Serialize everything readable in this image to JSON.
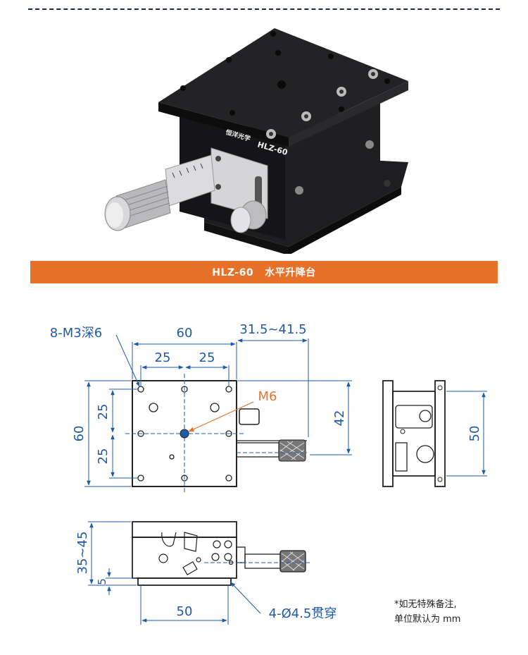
{
  "banner": {
    "title": "HLZ-60   水平升降台"
  },
  "photo": {
    "brand_label": "恒洋光学",
    "model_label": "HLZ-60"
  },
  "dimensions": {
    "holes_label": "8-M3深6",
    "width_60": "60",
    "travel": "31.5~41.5",
    "spacing_25_a": "25",
    "spacing_25_b": "25",
    "center_hole": "M6",
    "height_25_a": "25",
    "height_25_b": "25",
    "height_60": "60",
    "height_42": "42",
    "side_50": "50",
    "height_range": "35~45",
    "base_5": "5",
    "base_50": "50",
    "through_holes": "4-Ø4.5贯穿"
  },
  "note": {
    "line1": "*如无特殊备注,",
    "line2": "单位默认为 mm"
  },
  "colors": {
    "accent": "#e8712a",
    "dimension": "#1e5aa8",
    "annotation": "#e8712a"
  }
}
